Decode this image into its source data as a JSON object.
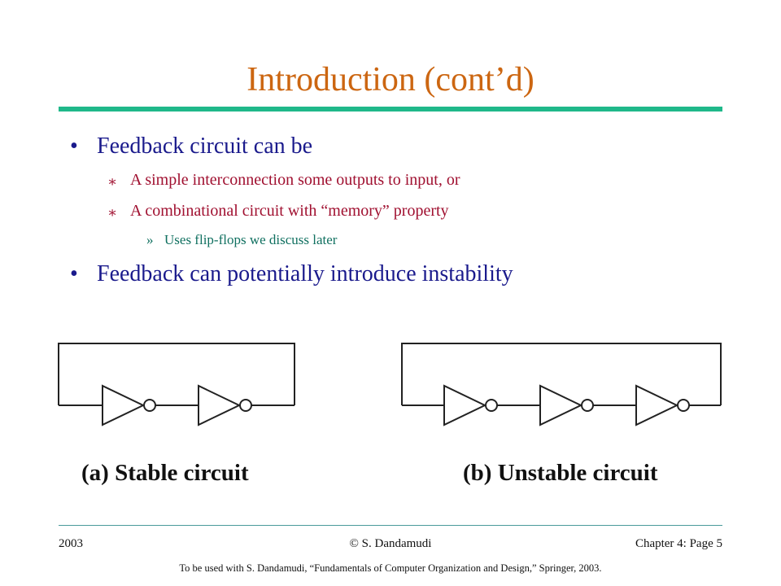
{
  "slide": {
    "title": "Introduction (cont’d)",
    "bullets": [
      {
        "text": "Feedback circuit can be",
        "subitems": [
          {
            "text": "A simple interconnection some outputs to input, or"
          },
          {
            "text": "A combinational circuit with “memory” property",
            "subitems": [
              {
                "text": "Uses flip-flops we discuss later"
              }
            ]
          }
        ]
      },
      {
        "text": "Feedback can potentially introduce instability"
      }
    ],
    "bullet_symbols": {
      "level1": "•",
      "level2": "∗",
      "level3": "»"
    },
    "figures": [
      {
        "caption": "(a) Stable circuit",
        "inverter_count": 2
      },
      {
        "caption": "(b) Unstable circuit",
        "inverter_count": 3
      }
    ],
    "footer": {
      "year": "2003",
      "author": "© S. Dandamudi",
      "page": "Chapter 4: Page 5",
      "note": "To be used with S. Dandamudi, “Fundamentals of Computer Organization and Design,” Springer, 2003."
    },
    "colors": {
      "title": "#cc6611",
      "rule": "#1fb88a",
      "level1": "#1a1a8c",
      "level2": "#a01030",
      "level3": "#107060"
    }
  }
}
